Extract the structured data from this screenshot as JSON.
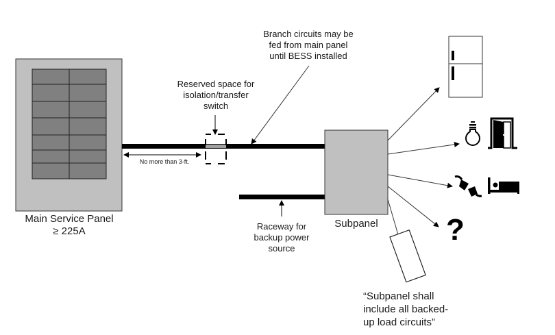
{
  "main_panel": {
    "label_line1": "Main Service Panel",
    "label_line2": "≥ 225A",
    "fill_color": "#c0c0c0",
    "breaker_color": "#808080",
    "breaker_rows": 7,
    "breaker_cols": 2
  },
  "subpanel": {
    "label": "Subpanel",
    "fill_color": "#c0c0c0"
  },
  "annotations": {
    "distance": "No more than 3-ft.",
    "reserved_line1": "Reserved space for",
    "reserved_line2": "isolation/transfer",
    "reserved_line3": "switch",
    "branch_line1": "Branch circuits may be",
    "branch_line2": "fed from main panel",
    "branch_line3": "until BESS installed",
    "raceway_line1": "Raceway for",
    "raceway_line2": "backup power",
    "raceway_line3": "source",
    "quote_line1": "“Subpanel shall",
    "quote_line2": "include all backed-",
    "quote_line3": "up load circuits”"
  },
  "loads": [
    {
      "icon": "refrigerator-icon"
    },
    {
      "icon": "light-bulb-icon"
    },
    {
      "icon": "door-icon"
    },
    {
      "icon": "plug-icon"
    },
    {
      "icon": "bed-icon"
    },
    {
      "icon": "question-mark-icon",
      "text": "?"
    }
  ]
}
